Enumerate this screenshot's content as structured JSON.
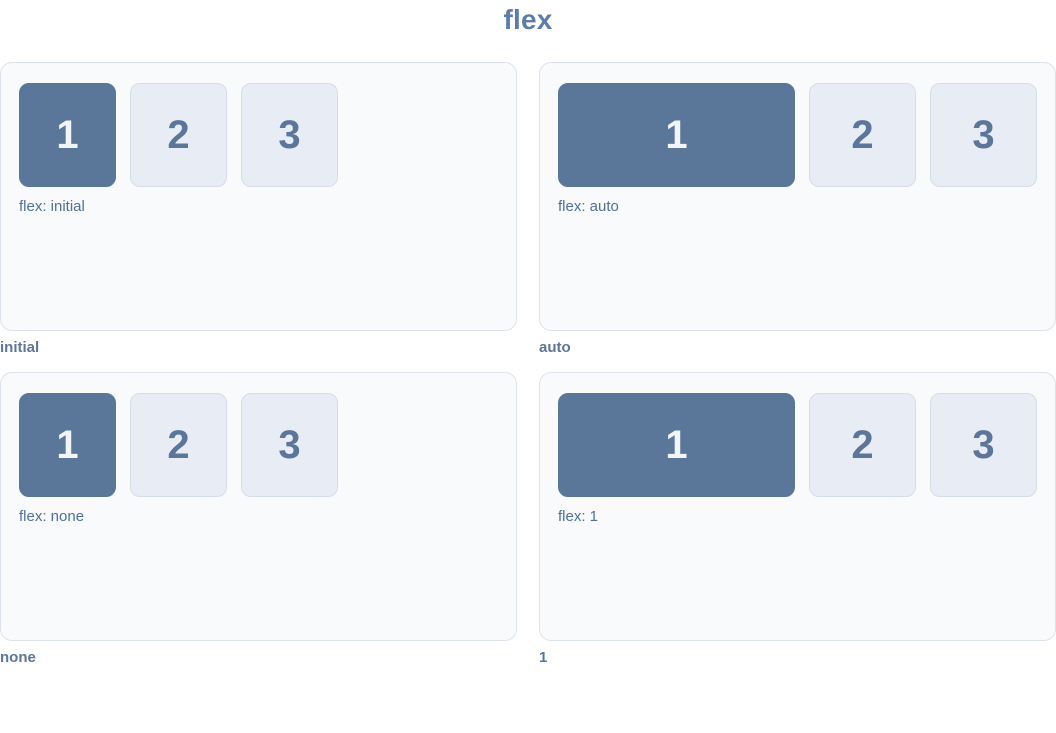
{
  "page": {
    "title": "flex"
  },
  "colors": {
    "title_text": "#5b7dab",
    "panel_bg": "#f8fafc",
    "panel_border": "#dde3ee",
    "highlight_item_bg": "#5a7799",
    "highlight_item_text": "#f1f5f9",
    "item_bg": "#e8edf5",
    "item_border": "#d5dde9",
    "item_text": "#5b7699",
    "label_text": "#50709d",
    "caption_text": "#5b7699"
  },
  "demos": [
    {
      "caption": "initial",
      "label": "flex: initial",
      "items": [
        "1",
        "2",
        "3"
      ]
    },
    {
      "caption": "auto",
      "label": "flex: auto",
      "items": [
        "1",
        "2",
        "3"
      ]
    },
    {
      "caption": "none",
      "label": "flex: none",
      "items": [
        "1",
        "2",
        "3"
      ]
    },
    {
      "caption": "1",
      "label": "flex: 1",
      "items": [
        "1",
        "2",
        "3"
      ]
    }
  ]
}
